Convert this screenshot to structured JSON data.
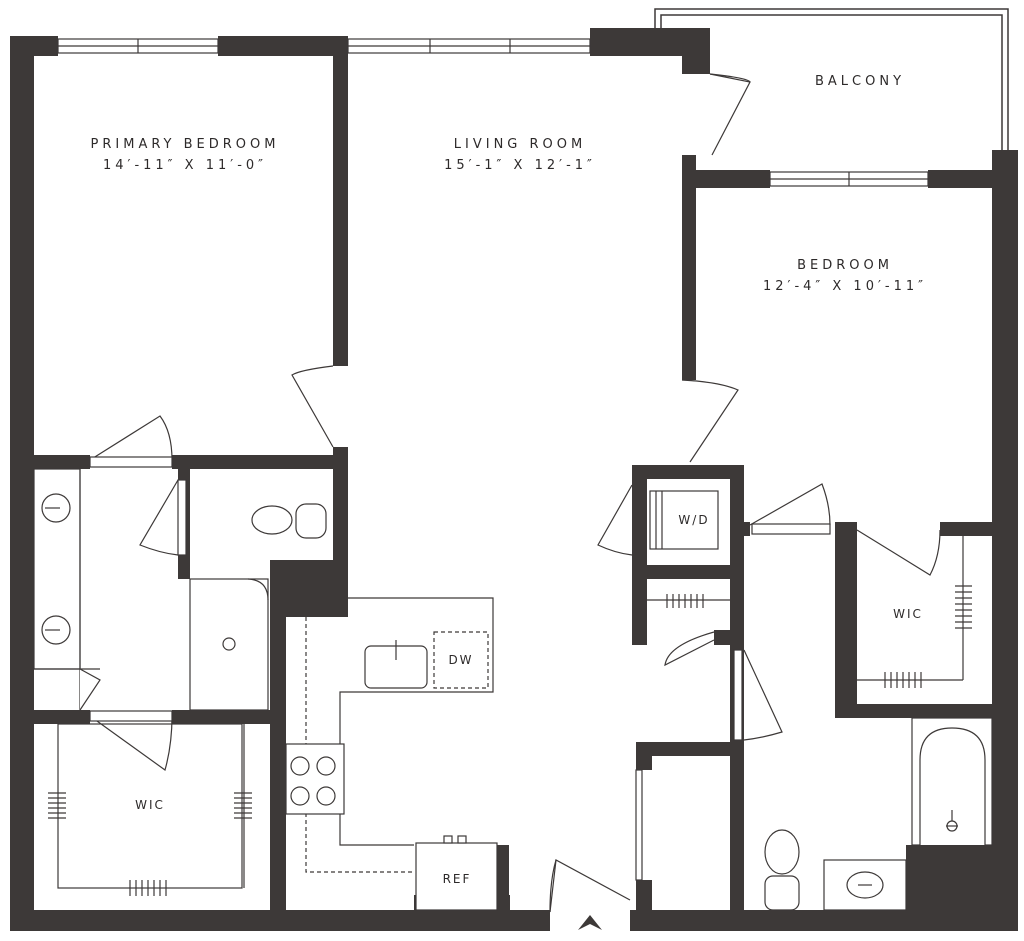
{
  "colors": {
    "wall": "#3d3938",
    "line": "#3d3938",
    "background": "#ffffff"
  },
  "rooms": {
    "primary_bedroom": {
      "name": "PRIMARY BEDROOM",
      "dims": "14′-11″ X 11′-0″"
    },
    "living_room": {
      "name": "LIVING ROOM",
      "dims": "15′-1″ X 12′-1″"
    },
    "balcony": {
      "name": "BALCONY"
    },
    "bedroom": {
      "name": "BEDROOM",
      "dims": "12′-4″ X 10′-11″"
    },
    "wic_left": {
      "name": "WIC"
    },
    "wic_right": {
      "name": "WIC"
    }
  },
  "fixtures": {
    "washer_dryer": "W/D",
    "dishwasher": "DW",
    "refrigerator": "REF"
  },
  "icons": {
    "entry": "entry-arrow-icon"
  }
}
